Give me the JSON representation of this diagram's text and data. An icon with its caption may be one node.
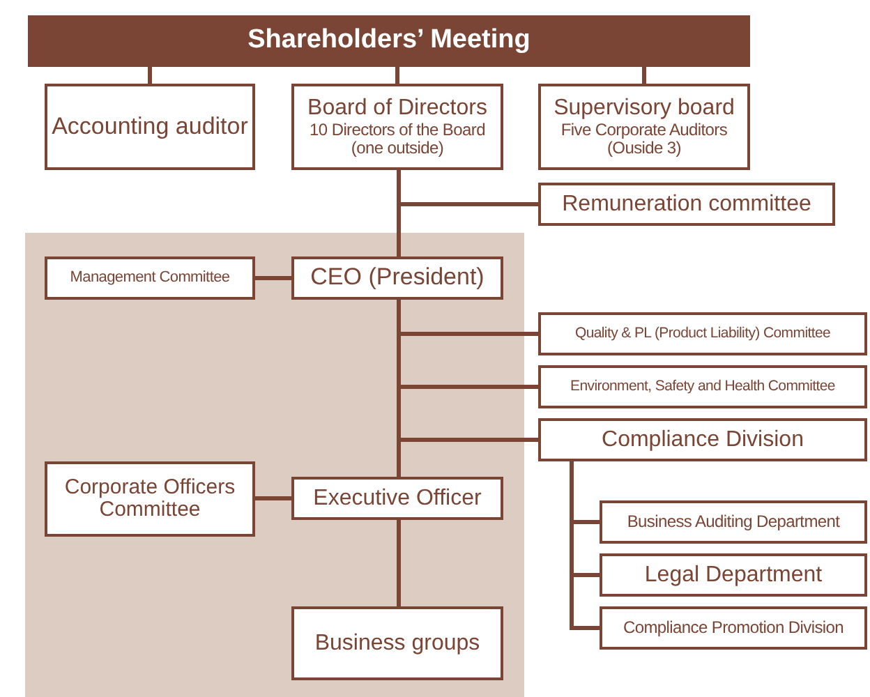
{
  "diagram": {
    "nodes": [
      {
        "text": [
          "Shareholders’ Meeting"
        ]
      },
      {
        "text": [
          "Accounting auditor"
        ]
      },
      {
        "text": [
          "Board of Directors",
          "10 Directors of the Board (one outside)"
        ]
      },
      {
        "text": [
          "Supervisory board",
          "Five Corporate Auditors (Ouside 3)"
        ]
      },
      {
        "text": [
          "Remuneration committee"
        ]
      },
      {
        "text": [
          "Management Committee"
        ]
      },
      {
        "text": [
          "CEO (President)"
        ]
      },
      {
        "text": [
          "Quality & PL (Product Liability) Committee"
        ]
      },
      {
        "text": [
          "Environment, Safety and Health Committee"
        ]
      },
      {
        "text": [
          "Compliance Division"
        ]
      },
      {
        "text": [
          "Corporate Officers Committee"
        ]
      },
      {
        "text": [
          "Executive Officer"
        ]
      },
      {
        "text": [
          "Business groups"
        ]
      },
      {
        "text": [
          "Business Auditing Department"
        ]
      },
      {
        "text": [
          "Legal Department"
        ]
      },
      {
        "text": [
          "Compliance Promotion Division"
        ]
      }
    ],
    "edges": [
      {
        "from": 0,
        "to": 1,
        "arrow": "none"
      },
      {
        "from": 0,
        "to": 2,
        "arrow": "none"
      },
      {
        "from": 0,
        "to": 3,
        "arrow": "none"
      },
      {
        "from": 2,
        "to": 4,
        "arrow": "none"
      },
      {
        "from": 2,
        "to": 6,
        "arrow": "none"
      },
      {
        "from": 5,
        "to": 6,
        "arrow": "none"
      },
      {
        "from": 6,
        "to": 7,
        "arrow": "none"
      },
      {
        "from": 6,
        "to": 8,
        "arrow": "none"
      },
      {
        "from": 6,
        "to": 9,
        "arrow": "none"
      },
      {
        "from": 6,
        "to": 11,
        "arrow": "none"
      },
      {
        "from": 10,
        "to": 11,
        "arrow": "none"
      },
      {
        "from": 11,
        "to": 12,
        "arrow": "none"
      },
      {
        "from": 9,
        "to": 13,
        "arrow": "none"
      },
      {
        "from": 9,
        "to": 14,
        "arrow": "none"
      },
      {
        "from": 9,
        "to": 15,
        "arrow": "none"
      }
    ]
  }
}
